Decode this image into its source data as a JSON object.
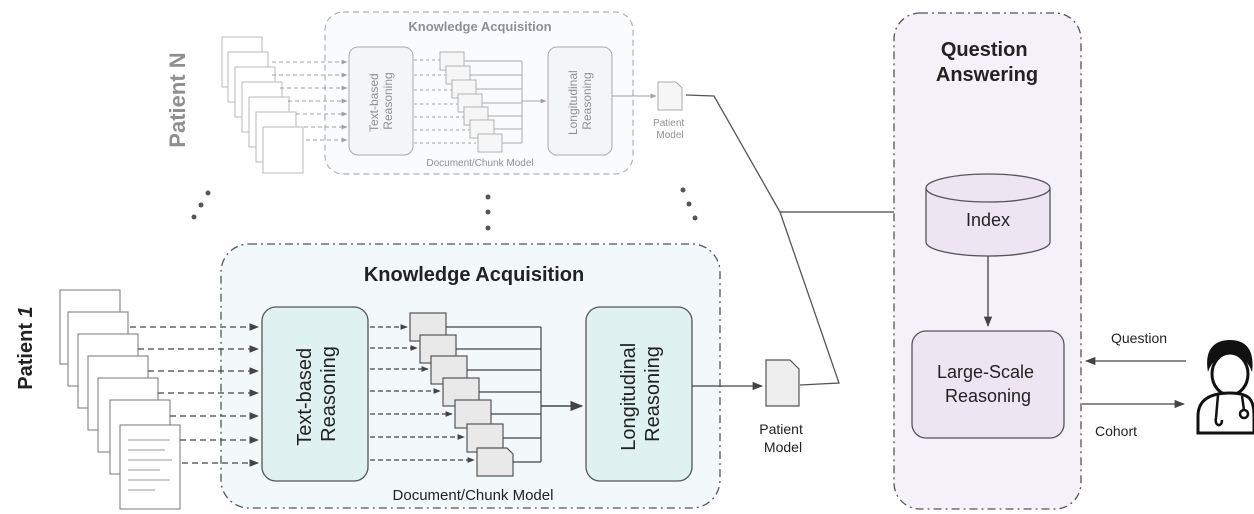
{
  "patient_n": {
    "label_prefix": "Patient",
    "label_id": "N",
    "ka_title": "Knowledge Acquisition",
    "text_reasoning": [
      "Text-based",
      "Reasoning"
    ],
    "longitudinal": [
      "Longitudinal",
      "Reasoning"
    ],
    "chunk_model": "Document/Chunk Model",
    "patient_model": [
      "Patient",
      "Model"
    ]
  },
  "patient_1": {
    "label_prefix": "Patient",
    "label_id": "1",
    "ka_title": "Knowledge Acquisition",
    "text_reasoning": [
      "Text-based",
      "Reasoning"
    ],
    "longitudinal": [
      "Longitudinal",
      "Reasoning"
    ],
    "chunk_model": "Document/Chunk Model",
    "patient_model": [
      "Patient",
      "Model"
    ]
  },
  "qa": {
    "title": [
      "Question",
      "Answering"
    ],
    "index": "Index",
    "reasoning": [
      "Large-Scale",
      "Reasoning"
    ]
  },
  "io": {
    "question": "Question",
    "cohort": "Cohort"
  },
  "colors": {
    "ka_fill": "#f3f8fb",
    "box_fill": "#dff2f1",
    "box_stroke": "#5f6b73",
    "qa_fill": "#f5f1f8",
    "qa_box_fill": "#eee5f2",
    "line": "#555555"
  }
}
